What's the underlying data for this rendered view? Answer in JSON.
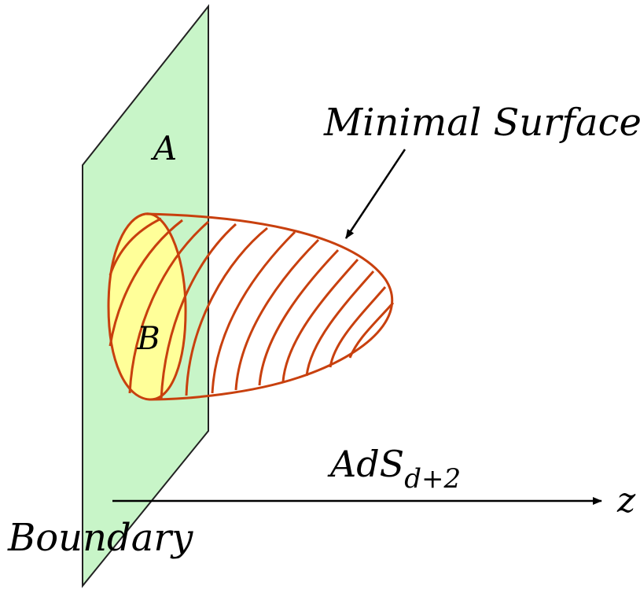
{
  "labels": {
    "plane": "A",
    "region": "B",
    "surface": "Minimal Surface",
    "spacetime_main": "AdS",
    "spacetime_sub": "d+2",
    "axis": "z",
    "boundary": "Boundary"
  },
  "colors": {
    "plane_fill": "#c8f5c8",
    "region_fill": "#ffff99",
    "surface_stroke": "#c8400e",
    "ink": "#000000"
  }
}
